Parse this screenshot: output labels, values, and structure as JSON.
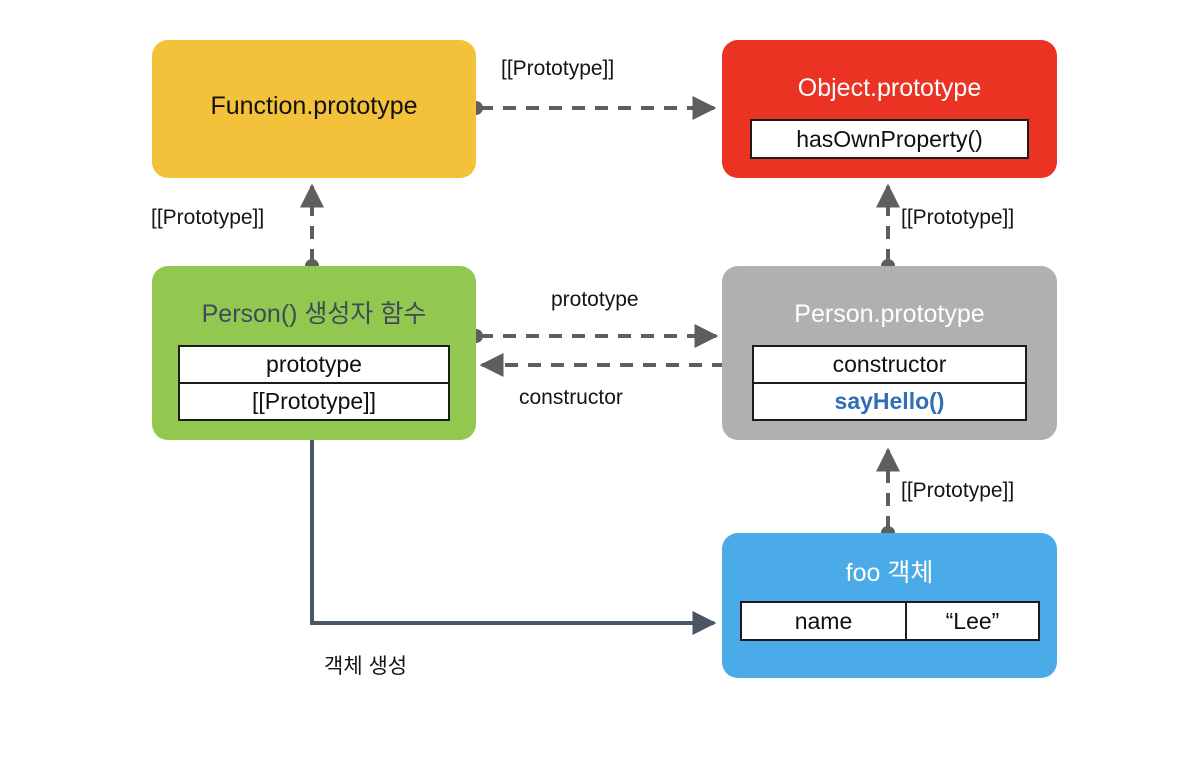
{
  "diagram": {
    "title_text": "JavaScript prototype chain diagram",
    "background": "#ffffff",
    "nodes": [
      {
        "id": "function-prototype",
        "title": "Function.prototype",
        "color": "#f3c13a",
        "title_color": "#111111",
        "fields": []
      },
      {
        "id": "object-prototype",
        "title": "Object.prototype",
        "color": "#ea3323",
        "title_color": "#ffffff",
        "fields": [
          "hasOwnProperty()"
        ]
      },
      {
        "id": "person-constructor",
        "title": "Person() 생성자 함수",
        "color": "#92c84f",
        "title_color": "#3f4a5a",
        "fields": [
          "prototype",
          "[[Prototype]]"
        ]
      },
      {
        "id": "person-prototype",
        "title": "Person.prototype",
        "color": "#b0b0b0",
        "title_color": "#ffffff",
        "fields": [
          "constructor",
          "sayHello()"
        ],
        "field_colors": [
          "#101010",
          "#2f6fb5"
        ]
      },
      {
        "id": "foo-object",
        "title": "foo 객체",
        "color": "#4aabe8",
        "title_color": "#ffffff",
        "row": [
          "name",
          "“Lee”"
        ]
      }
    ],
    "edges": [
      {
        "id": "fn-proto-to-obj-proto",
        "label": "[[Prototype]]",
        "style": "dashed"
      },
      {
        "id": "person-ctor-to-fn-proto",
        "label": "[[Prototype]]",
        "style": "dashed"
      },
      {
        "id": "person-ctor-to-person-proto",
        "label": "prototype",
        "style": "dashed"
      },
      {
        "id": "person-proto-to-person-ctor",
        "label": "constructor",
        "style": "dashed"
      },
      {
        "id": "person-proto-to-obj-proto",
        "label": "[[Prototype]]",
        "style": "dashed"
      },
      {
        "id": "foo-to-person-proto",
        "label": "[[Prototype]]",
        "style": "dashed"
      },
      {
        "id": "person-ctor-to-foo",
        "label": "객체 생성",
        "style": "solid"
      }
    ],
    "wire_color": "#5e5e5e",
    "solid_wire_color": "#4a5568"
  }
}
